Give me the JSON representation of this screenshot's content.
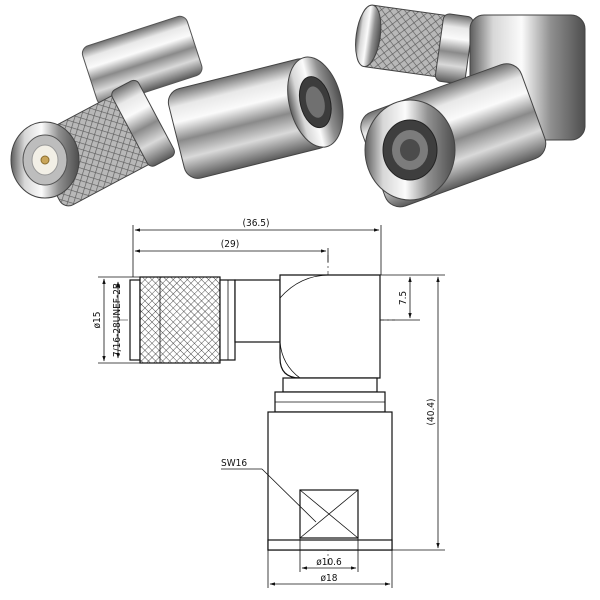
{
  "figure": {
    "photos": [
      {
        "name": "connector-photo-left",
        "view": "tnc-plug-right-angle-front"
      },
      {
        "name": "connector-photo-right",
        "view": "tnc-plug-right-angle-rear"
      }
    ],
    "dimensions": {
      "overall_width": "(36.5)",
      "inner_width": "(29)",
      "overall_height": "(40.4)",
      "offset_height": "7.5",
      "knurl_diameter": "ø15",
      "thread": "7/16-28UNEF-2B",
      "wrench_size": "SW16",
      "bore_diameter": "ø10.6",
      "body_diameter": "ø18"
    }
  }
}
